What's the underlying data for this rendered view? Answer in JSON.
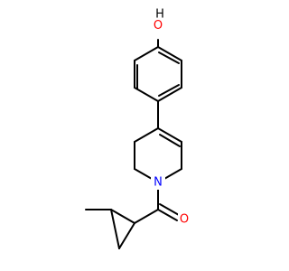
{
  "atoms": {
    "oxygen_hydroxyl": {
      "symbol": "O",
      "suffix": "H",
      "color": "#ff0000",
      "suffix_color": "#000000"
    },
    "nitrogen_ring": {
      "symbol": "N",
      "color": "#0000ff"
    },
    "oxygen_carbonyl": {
      "symbol": "O",
      "color": "#ff0000"
    }
  },
  "bond_color": "#000000",
  "background": "#ffffff"
}
